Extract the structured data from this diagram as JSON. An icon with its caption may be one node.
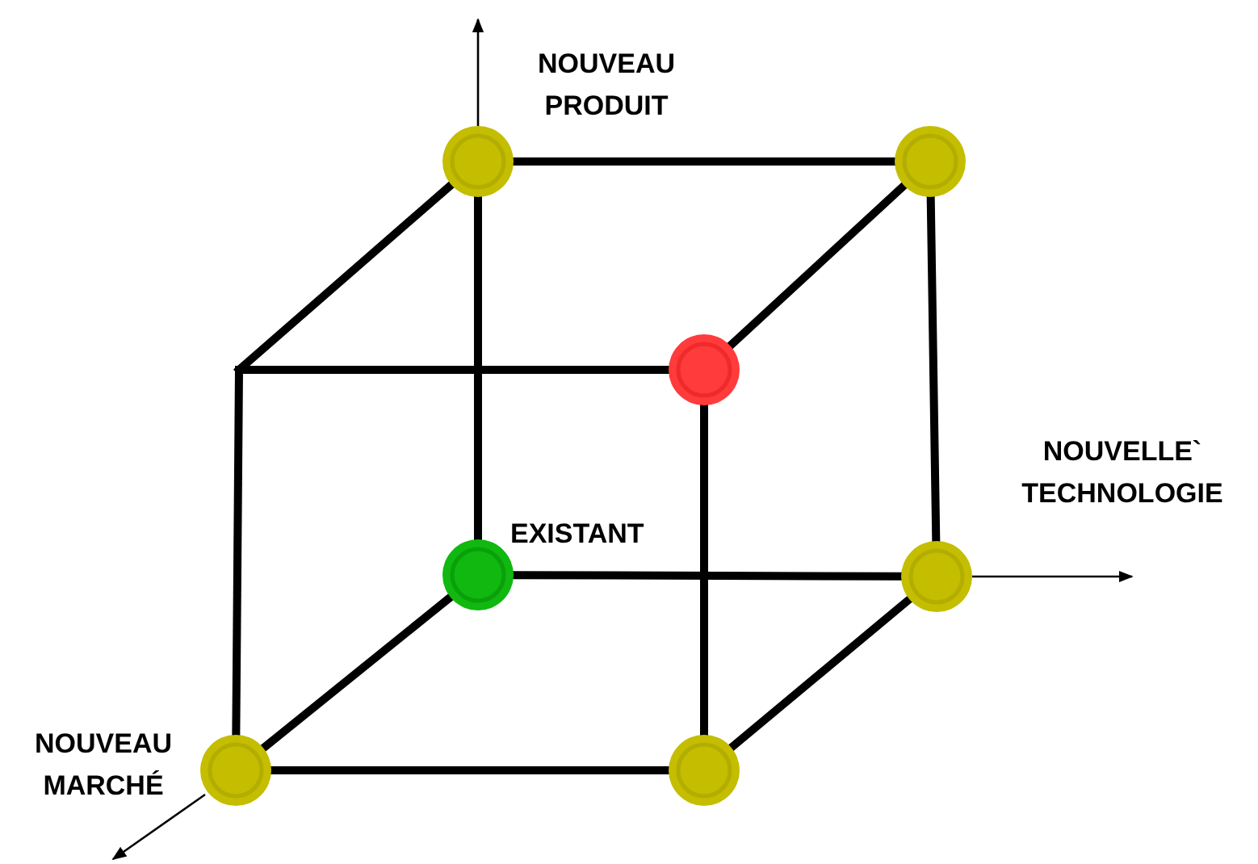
{
  "diagram": {
    "nodes": [
      {
        "text": [],
        "shape": "circle",
        "beside": [
          "NOUVEAU PRODUIT"
        ]
      },
      {
        "text": [],
        "shape": "circle"
      },
      {
        "text": [],
        "shape": "circle"
      },
      {
        "text": [],
        "shape": "circle",
        "beside": [
          "EXISTANT"
        ]
      },
      {
        "text": [],
        "shape": "circle",
        "beside": [
          "NOUVELLE` TECHNOLOGIE"
        ]
      },
      {
        "text": [],
        "shape": "circle",
        "beside": [
          "NOUVEAU MARCHÉ"
        ]
      },
      {
        "text": [],
        "shape": "circle"
      }
    ],
    "edges": [
      {
        "from": 0,
        "to": 1,
        "arrow": "none"
      },
      {
        "from": 1,
        "to": 4,
        "arrow": "none"
      },
      {
        "from": 4,
        "to": 3,
        "arrow": "none"
      },
      {
        "from": 3,
        "to": 0,
        "arrow": "none"
      },
      {
        "from": null,
        "to": 2,
        "arrow": "none"
      },
      {
        "from": 2,
        "to": 6,
        "arrow": "none"
      },
      {
        "from": 6,
        "to": 5,
        "arrow": "none"
      },
      {
        "from": 5,
        "to": null,
        "arrow": "none"
      },
      {
        "from": null,
        "to": 0,
        "arrow": "none"
      },
      {
        "from": 2,
        "to": 1,
        "arrow": "none"
      },
      {
        "from": 6,
        "to": 4,
        "arrow": "none"
      },
      {
        "from": 5,
        "to": 3,
        "arrow": "none"
      }
    ]
  }
}
